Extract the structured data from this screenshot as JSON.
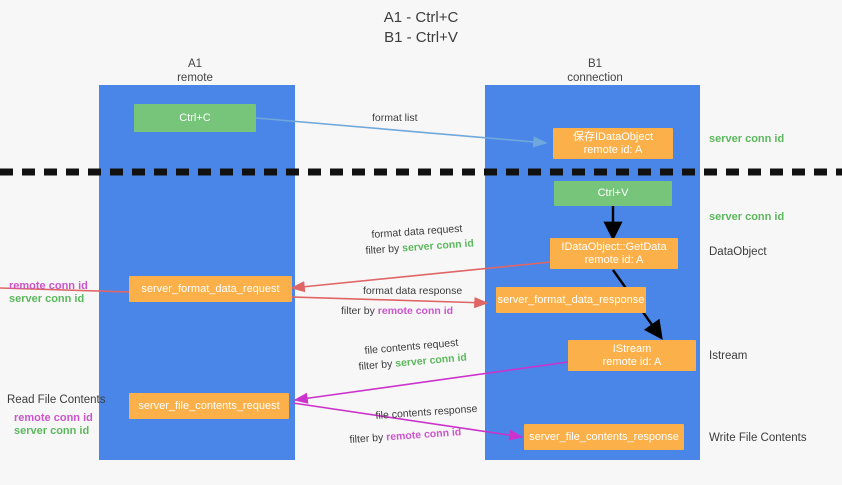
{
  "title": {
    "line1": "A1 - Ctrl+C",
    "line2": "B1 - Ctrl+V"
  },
  "columns": [
    {
      "name": "A1",
      "sub": "remote"
    },
    {
      "name": "B1",
      "sub": "connection"
    }
  ],
  "nodes": {
    "ctrl_c": {
      "line1": "Ctrl+C",
      "line2": ""
    },
    "save_idataobject": {
      "line1": "保存IDataObject",
      "line2": "remote id: A"
    },
    "ctrl_v": {
      "line1": "Ctrl+V",
      "line2": ""
    },
    "getdata": {
      "line1": "IDataObject::GetData",
      "line2": "remote id: A"
    },
    "istream": {
      "line1": "IStream",
      "line2": "remote id: A"
    },
    "server_format_data_request": {
      "line1": "server_format_data_request",
      "line2": ""
    },
    "server_format_data_response": {
      "line1": "server_format_data_response",
      "line2": ""
    },
    "server_file_contents_request": {
      "line1": "server_file_contents_request",
      "line2": ""
    },
    "server_file_contents_response": {
      "line1": "server_file_contents_response",
      "line2": ""
    }
  },
  "edge_labels": {
    "format_list": "format list",
    "format_data_request": "format data request",
    "format_data_request_filter_prefix": "filter by ",
    "format_data_request_filter_value": "server conn id",
    "format_data_response": "format data response",
    "format_data_response_filter_prefix": "filter by ",
    "format_data_response_filter_value": "remote conn id",
    "file_contents_request": "file contents request",
    "file_contents_request_filter_prefix": "filter by ",
    "file_contents_request_filter_value": "server conn id",
    "file_contents_response": "file contents response",
    "file_contents_response_filter_prefix": "filter by ",
    "file_contents_response_filter_value": "remote conn id"
  },
  "right_labels": {
    "server_conn_id_top": "server conn id",
    "server_conn_id_mid": "server conn id",
    "dataobject": "DataObject",
    "istream": "Istream",
    "write_file_contents": "Write File Contents"
  },
  "left_labels": {
    "remote_conn_id_1": "remote conn id",
    "server_conn_id_1": "server conn id",
    "read_file_contents": "Read File Contents",
    "remote_conn_id_2": "remote conn id",
    "server_conn_id_2": "server conn id"
  },
  "colors": {
    "lane": "#4a86e8",
    "orange": "#fbb04a",
    "green_box": "#77c47b",
    "green_text": "#5cb85c",
    "magenta_text": "#cc55cc",
    "arrow_blue": "#6fa8dc",
    "arrow_red": "#e06666",
    "arrow_magenta": "#cc33cc",
    "arrow_black": "#000000",
    "background": "#f7f7f7"
  }
}
